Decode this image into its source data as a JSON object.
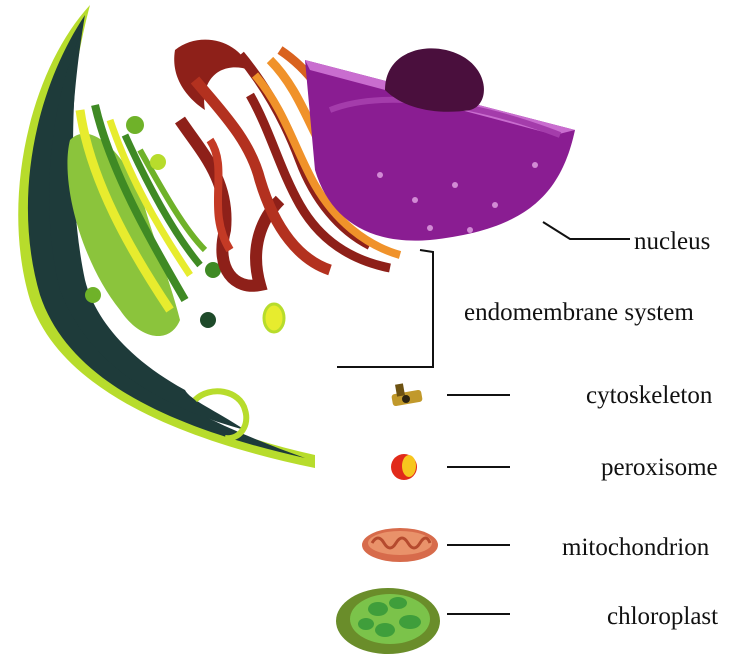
{
  "labels": {
    "nucleus": "nucleus",
    "endomembrane_system": "endomembrane system",
    "cytoskeleton": "cytoskeleton",
    "peroxisome": "peroxisome",
    "mitochondrion": "mitochondrion",
    "chloroplast": "chloroplast"
  },
  "colors": {
    "cell_wall": "#1e3b3a",
    "cell_wall_edge": "#b7dc2c",
    "chloroplast_green": "#6fb229",
    "golgi_dark": "#8e2019",
    "golgi_orange": "#f0922a",
    "nucleus_purple": "#8a1d92",
    "nucleolus": "#4a0f3d",
    "mitochondrion": "#d76b4b",
    "peroxisome": "#e12a1a"
  }
}
